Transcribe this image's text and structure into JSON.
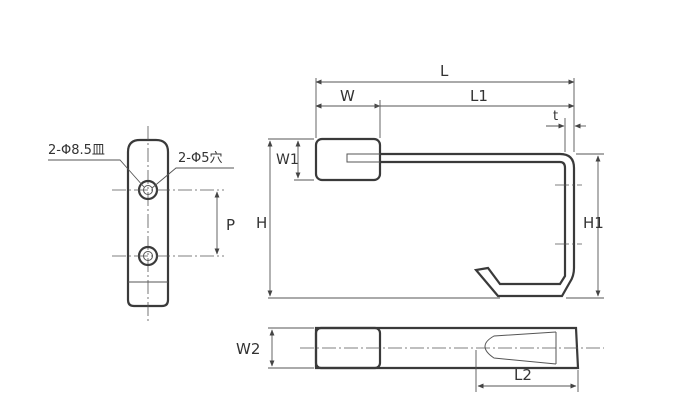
{
  "drawing": {
    "labels": {
      "L": "L",
      "L1": "L1",
      "W": "W",
      "t": "t",
      "W1": "W1",
      "H": "H",
      "H1": "H1",
      "W2": "W2",
      "L2": "L2",
      "P": "P",
      "hole_countersunk": "2-Φ8.5皿",
      "hole_through": "2-Φ5穴"
    },
    "colors": {
      "line": "#3a3a3a",
      "background": "#ffffff"
    }
  }
}
